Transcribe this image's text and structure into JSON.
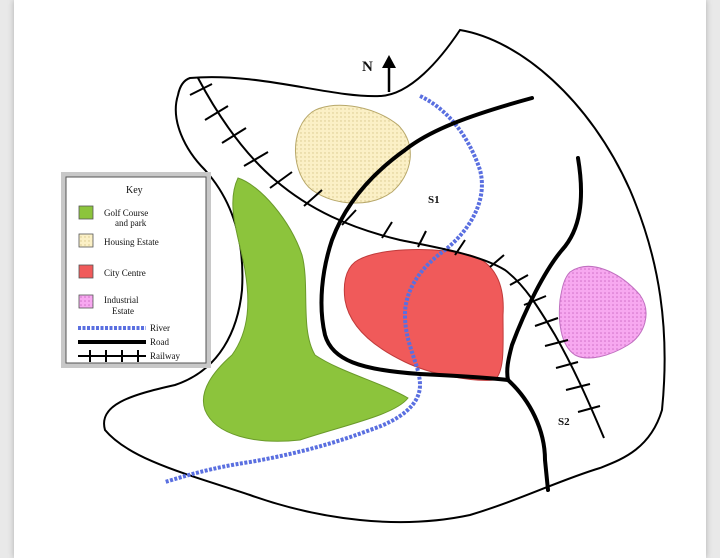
{
  "map": {
    "north_label": "N",
    "sites": {
      "s1": "S1",
      "s2": "S2"
    },
    "key": {
      "title": "Key",
      "items": [
        {
          "id": "golf",
          "label_lines": [
            "Golf Course",
            "and park"
          ],
          "color": "#8cc43c"
        },
        {
          "id": "housing",
          "label_lines": [
            "Housing Estate"
          ],
          "color": "#fbf0c6"
        },
        {
          "id": "city",
          "label_lines": [
            "City Centre"
          ],
          "color": "#f05a5a"
        },
        {
          "id": "industrial",
          "label_lines": [
            "Industrial",
            "Estate"
          ],
          "color": "#f7a8f0"
        },
        {
          "id": "river",
          "label_lines": [
            "River"
          ],
          "color": "#5a6fe0"
        },
        {
          "id": "road",
          "label_lines": [
            "Road"
          ],
          "color": "#000000"
        },
        {
          "id": "railway",
          "label_lines": [
            "Railway"
          ],
          "color": "#000000"
        }
      ]
    }
  }
}
